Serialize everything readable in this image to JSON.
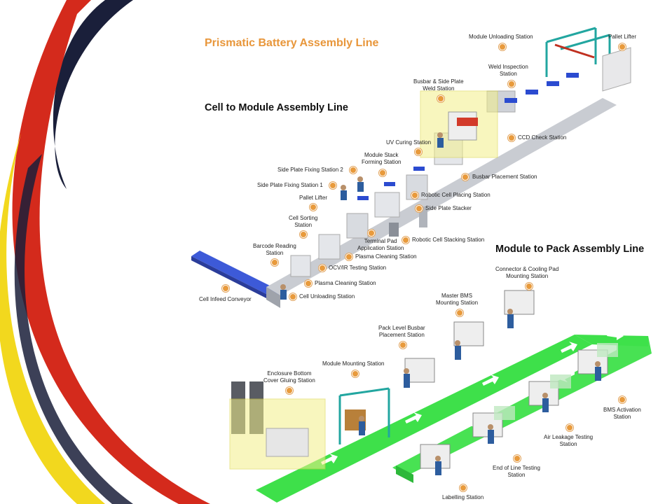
{
  "title": "Prismatic Battery Assembly Line",
  "sections": {
    "cell_to_module": "Cell to Module Assembly Line",
    "module_to_pack": "Module to Pack Assembly Line"
  },
  "colors": {
    "accent": "#e8963a",
    "conveyor_green": "#3ee04a",
    "infeed_blue": "#3d5ad8",
    "safety_yellow": "#f3f08a",
    "swoosh_red": "#d42a1c",
    "swoosh_yellow": "#f2d81e",
    "swoosh_navy": "#1a1f3a"
  },
  "cm_stations": {
    "module_unloading": "Module Unloading Station",
    "pallet_lifter_top": "Pallet Lifter",
    "weld_inspection": "Weld Inspection\nStation",
    "busbar_side_plate_weld": "Busbar & Side Plate\nWeld Station",
    "ccd_check": "CCD Check Station",
    "uv_curing": "UV Curing Station",
    "module_stack_forming": "Module Stack\nForming Station",
    "busbar_placement": "Busbar Placement Station",
    "side_plate_fixing_2": "Side Plate Fixing Station 2",
    "side_plate_fixing_1": "Side Plate Fixing Station 1",
    "robotic_cell_placing": "Robotic Cell Placing Station",
    "pallet_lifter": "Pallet Lifter",
    "side_plate_stacker": "Side Plate Stacker",
    "cell_sorting": "Cell Sorting\nStation",
    "terminal_pad_application": "Terminal Pad\nApplication Station",
    "robotic_cell_stacking": "Robotic Cell Stacking Station",
    "barcode_reading": "Barcode Reading\nStation",
    "plasma_cleaning_1": "Plasma Cleaning Station",
    "ocv_ir_testing": "OCV/IR Testing Station",
    "plasma_cleaning_2": "Plasma Cleaning Station",
    "cell_infeed_conveyor": "Cell Infeed Conveyor",
    "cell_unloading": "Cell Unloading Station"
  },
  "mp_stations": {
    "connector_cooling_pad": "Connector & Cooling Pad\nMounting Station",
    "master_bms": "Master BMS\nMounting Station",
    "pack_level_busbar": "Pack Level Busbar\nPlacement Station",
    "module_mounting": "Module Mounting Station",
    "enclosure_bottom_cover": "Enclosure Bottom\nCover Gluing Station",
    "bms_activation": "BMS Activation\nStation",
    "air_leakage_testing": "Air Leakage Testing\nStation",
    "end_of_line_testing": "End of Line Testing\nStation",
    "labelling": "Labelling Station"
  }
}
